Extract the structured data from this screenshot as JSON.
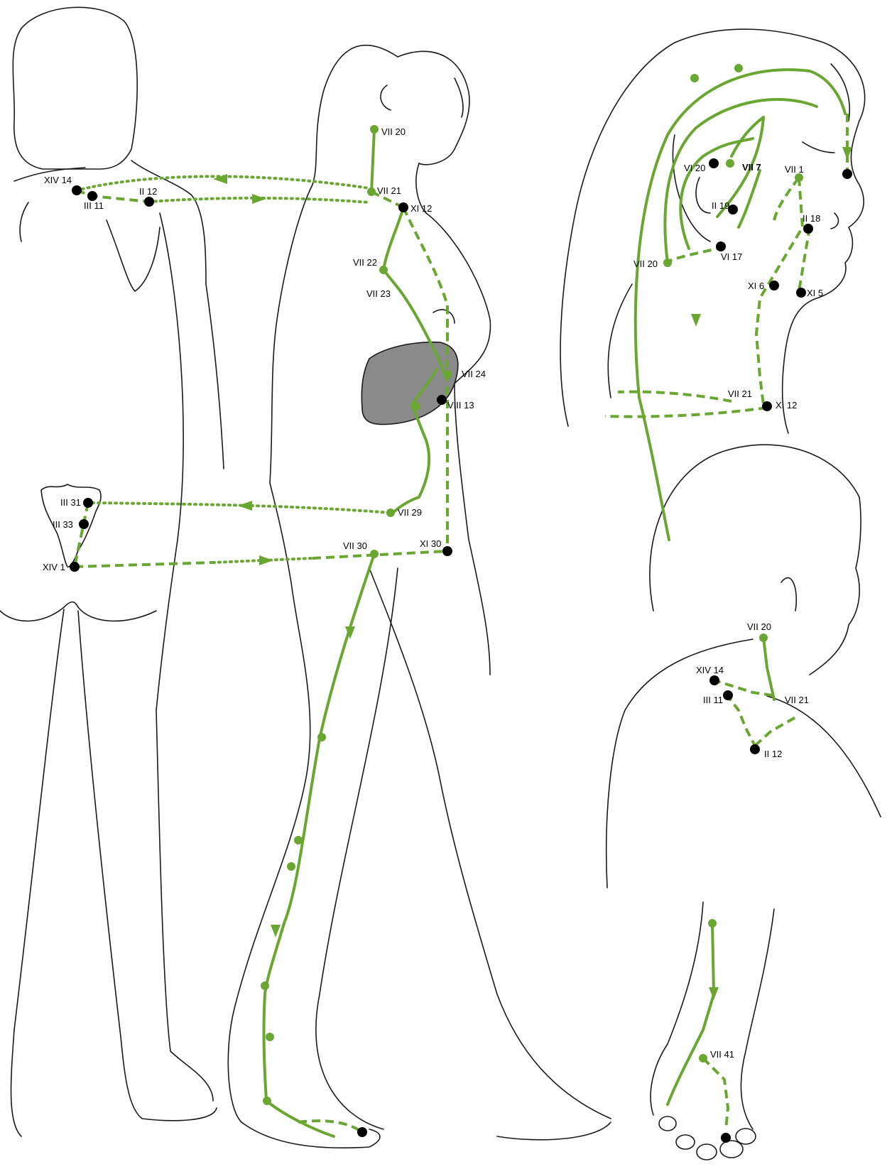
{
  "colors": {
    "meridian": "#6aa632",
    "point": "#000000",
    "organ": "#8a8a8a",
    "outline": "#1a1a1a"
  },
  "labels": {
    "xiv14_back": "XIV 14",
    "iii11_back": "III 11",
    "ii12_back": "II 12",
    "vii20_body": "VII 20",
    "vii21_body": "VII 21",
    "xi12_body": "XI 12",
    "vii22": "VII 22",
    "vii23": "VII 23",
    "vii24": "VII 24",
    "viii13": "VIII 13",
    "iii31": "III 31",
    "iii33": "III 33",
    "xiv1": "XIV 1",
    "vii29": "VII 29",
    "vii30": "VII 30",
    "xi30": "XI 30",
    "vi20_head": "VI 20",
    "vii7_head": "VII 7",
    "vii1_head": "VII 1",
    "ii19_head": "II 19",
    "vi17_head": "VI 17",
    "ii18_head": "II 18",
    "vii20_head": "VII 20",
    "xi6_head": "XI 6",
    "xi5_head": "XI 5",
    "vii21_head": "VII 21",
    "xi12_head": "XI 12",
    "vii20_shoulder": "VII 20",
    "xiv14_shoulder": "XIV 14",
    "iii11_shoulder": "III 11",
    "vii21_shoulder": "VII 21",
    "ii12_shoulder": "II 12",
    "vii41_foot": "VII 41"
  }
}
